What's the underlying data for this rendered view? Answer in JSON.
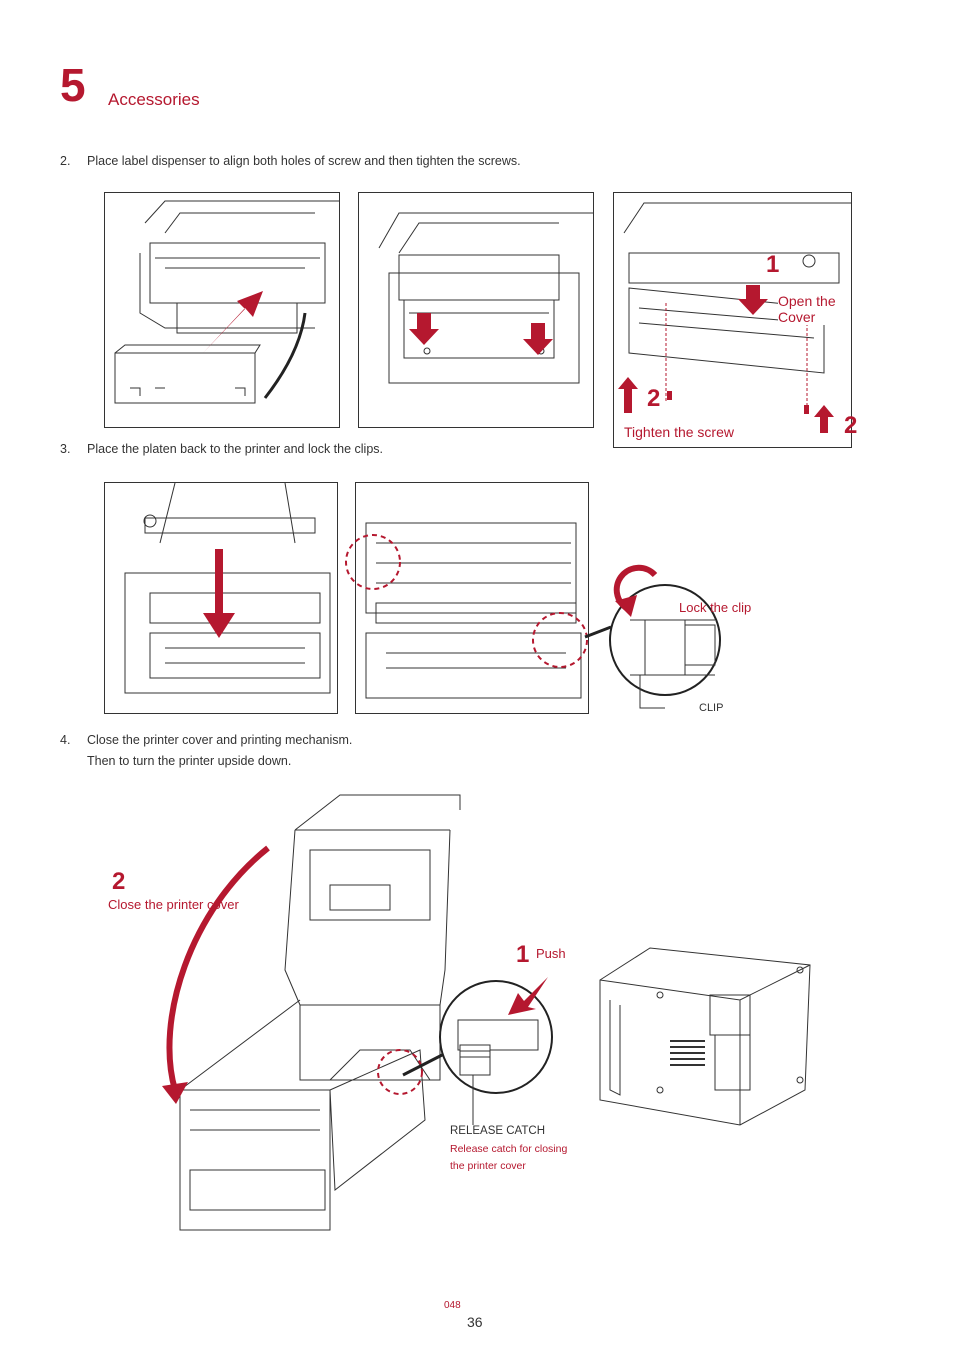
{
  "chapter": {
    "number": "5",
    "title": "Accessories"
  },
  "steps": [
    {
      "num": "2.",
      "text": "Place label dispenser to align both holes of screw and then tighten the screws."
    },
    {
      "num": "3.",
      "text": "Place the platen back to the printer and lock the clips."
    },
    {
      "num": "4.",
      "text": "Close the printer cover and printing mechanism.",
      "text2": "Then to turn the printer upside down."
    }
  ],
  "figure1": {
    "step1_num": "1",
    "open_cover": "Open the Cover",
    "step2_num_left": "2",
    "step2_num_right": "2",
    "tighten": "Tighten the screw"
  },
  "figure2": {
    "lock_clip": "Lock the clip",
    "clip": "CLIP"
  },
  "figure3": {
    "step2_num": "2",
    "close_cover": "Close the printer cover",
    "step1_num": "1",
    "push": "Push",
    "release_catch": "RELEASE CATCH",
    "release_desc1": "Release catch for closing",
    "release_desc2": "the printer cover"
  },
  "footer": {
    "doc_id": "048",
    "page": "36"
  },
  "colors": {
    "accent": "#b5182f",
    "line": "#333333"
  }
}
